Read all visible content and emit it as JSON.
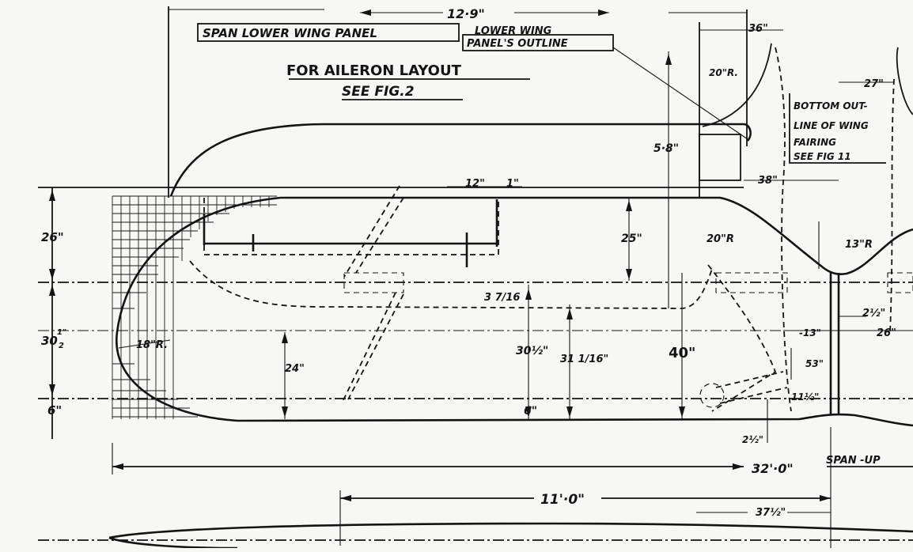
{
  "notes": {
    "span_lower_wing_panel": "SPAN LOWER WING PANEL",
    "lower_wing_panel_outline_1": "LOWER WING",
    "lower_wing_panel_outline_2": "PANEL'S OUTLINE",
    "aileron_1": "FOR AILERON LAYOUT",
    "aileron_2": "SEE FIG.2",
    "fairing_1": "BOTTOM OUT-",
    "fairing_2": "LINE OF WING",
    "fairing_3": "FAIRING",
    "fairing_4": "SEE FIG 11",
    "span_upper": "SPAN -UP"
  },
  "dimensions": {
    "top_span": "12·9\"",
    "d36": "36\"",
    "d20r_top": "20\"R.",
    "d27": "27\"",
    "d5_8": "5·8\"",
    "d38": "38\"",
    "d12": "12\"",
    "d1": "1\"",
    "left26": "26\"",
    "left30a": "30",
    "left30b": "1\"",
    "left30c": "2",
    "left6": "6\"",
    "d25": "25\"",
    "d20r_mid": "20\"R",
    "d13r": "13\"R",
    "d3_7_16": "3 7/16",
    "d18r": "18\"R.",
    "d24": "24\"",
    "d30_5": "30½\"",
    "d31": "31 1/16\"",
    "d40": "40\"",
    "d6_mid": "6\"",
    "d2_5": "2½\"",
    "d13": "-13\"",
    "d26": "26\"",
    "d53": "53\"",
    "d11": "11½\"",
    "d2_5b": "2½\"",
    "d32": "32'·0\"",
    "d11_0": "11'·0\"",
    "d37": "37½\""
  }
}
